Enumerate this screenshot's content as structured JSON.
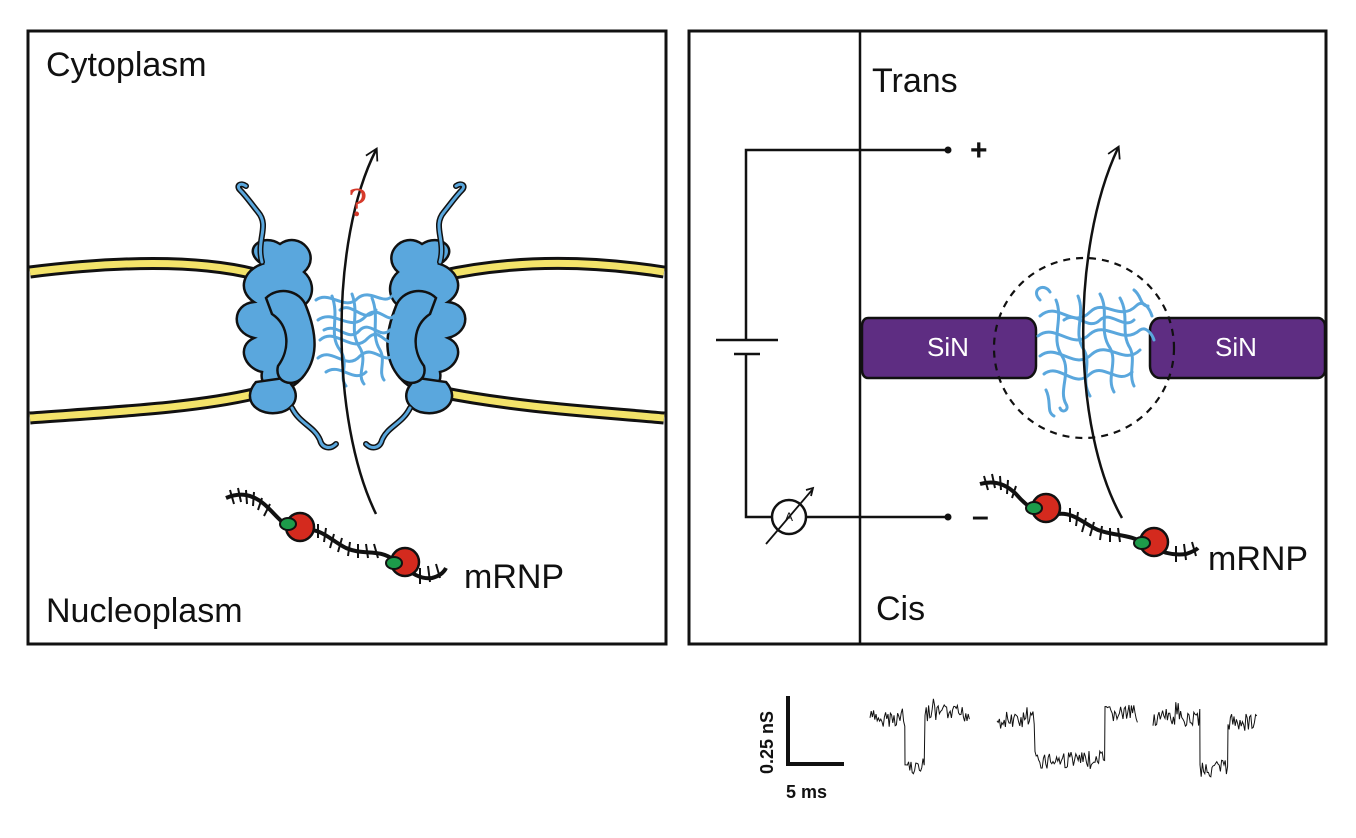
{
  "left_panel": {
    "top_label": "Cytoplasm",
    "bottom_label": "Nucleoplasm",
    "cargo_label": "mRNP",
    "question_mark": "?"
  },
  "right_panel": {
    "top_label": "Trans",
    "bottom_label": "Cis",
    "cargo_label": "mRNP",
    "membrane_left_label": "SiN",
    "membrane_right_label": "SiN",
    "plus_sign": "+",
    "minus_sign": "–",
    "ammeter_label": "A"
  },
  "scale_bar": {
    "vertical_label": "0.25 nS",
    "horizontal_label": "5 ms"
  },
  "colors": {
    "nucleoporin_blue": "#5aa7dd",
    "fg_mesh_blue": "#5aa7dd",
    "envelope_yellow": "#f3e36a",
    "sin_purple": "#5e2d82",
    "protein_red": "#d42a1e",
    "protein_green": "#1d9b4a",
    "question_red": "#d63a2b"
  }
}
